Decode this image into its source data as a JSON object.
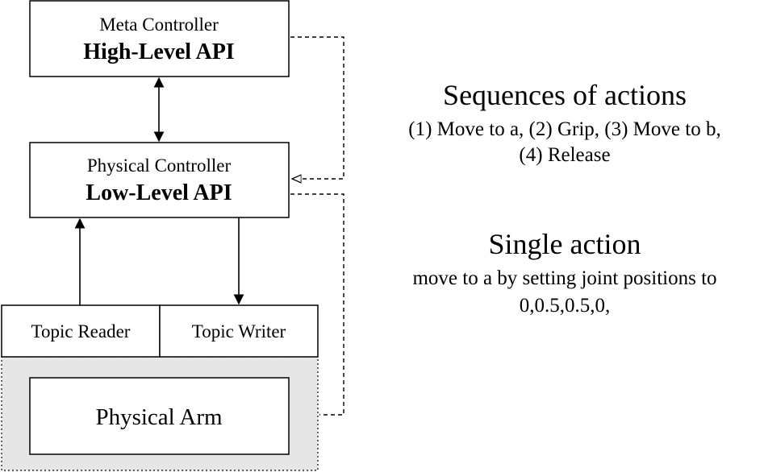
{
  "meta_controller": {
    "title": "Meta Controller",
    "api": "High-Level API"
  },
  "physical_controller": {
    "title": "Physical Controller",
    "api": "Low-Level API"
  },
  "topic_reader": {
    "label": "Topic Reader"
  },
  "topic_writer": {
    "label": "Topic Writer"
  },
  "physical_arm": {
    "label": "Physical Arm"
  },
  "sequences": {
    "heading": "Sequences of actions",
    "line1": "(1) Move to a, (2) Grip, (3) Move to b,",
    "line2": "(4) Release"
  },
  "single": {
    "heading": "Single action",
    "line1": "move to a by setting joint positions to",
    "line2": "0,0.5,0.5,0,"
  },
  "colors": {
    "stroke": "#000000",
    "arm_background": "#e6e6e6",
    "box_fill": "#ffffff"
  }
}
